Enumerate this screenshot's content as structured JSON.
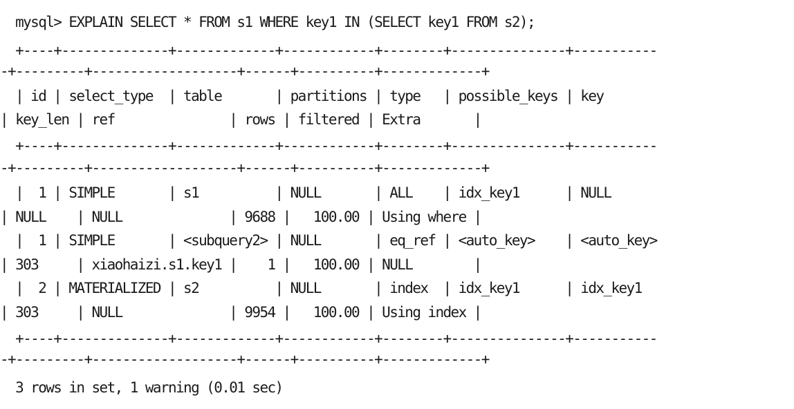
{
  "terminal": {
    "command": "  mysql> EXPLAIN SELECT * FROM s1 WHERE key1 IN (SELECT key1 FROM s2);",
    "separator_top_1": "  +----+--------------+-------------+------------+--------+---------------+-----------",
    "separator_top_2": "-+---------+-------------------+------+----------+-------------+",
    "header_1": "  | id | select_type  | table       | partitions | type   | possible_keys | key",
    "header_2": "| key_len | ref               | rows | filtered | Extra       |",
    "separator_mid_1": "  +----+--------------+-------------+------------+--------+---------------+-----------",
    "separator_mid_2": "-+---------+-------------------+------+----------+-------------+",
    "rows": [
      {
        "line_1": "  |  1 | SIMPLE       | s1          | NULL       | ALL    | idx_key1      | NULL",
        "line_2": "| NULL    | NULL              | 9688 |   100.00 | Using where |"
      },
      {
        "line_1": "  |  1 | SIMPLE       | <subquery2> | NULL       | eq_ref | <auto_key>    | <auto_key>",
        "line_2": "| 303     | xiaohaizi.s1.key1 |    1 |   100.00 | NULL        |"
      },
      {
        "line_1": "  |  2 | MATERIALIZED | s2          | NULL       | index  | idx_key1      | idx_key1",
        "line_2": "| 303     | NULL              | 9954 |   100.00 | Using index |"
      }
    ],
    "separator_bottom_1": "  +----+--------------+-------------+------------+--------+---------------+-----------",
    "separator_bottom_2": "-+---------+-------------------+------+----------+-------------+",
    "footer": "  3 rows in set, 1 warning (0.01 sec)"
  }
}
